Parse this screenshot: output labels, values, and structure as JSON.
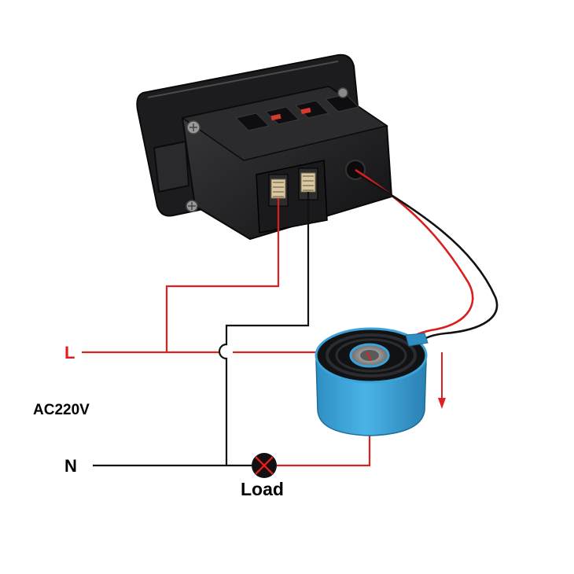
{
  "labels": {
    "line": "L",
    "neutral": "N",
    "supply": "AC220V",
    "load": "Load"
  },
  "colors": {
    "line_wire": "#e02020",
    "neutral_wire": "#111111",
    "meter_body": "#1d1d1f",
    "sensor_ring": "#3ba3d8",
    "load_lamp": "#e02020"
  },
  "icons": {
    "meter": "panel-meter-rear-icon",
    "sensor": "current-transformer-icon",
    "load": "lamp-load-icon",
    "flow": "current-direction-arrow-icon"
  }
}
